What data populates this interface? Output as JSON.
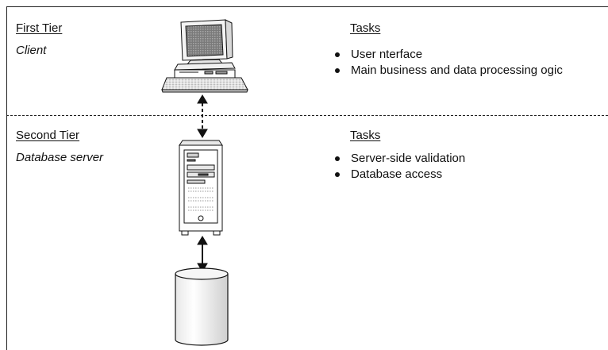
{
  "tiers": [
    {
      "title": "First Tier",
      "subtitle": "Client",
      "tasks_title": "Tasks",
      "tasks": [
        "User  nterface",
        "Main business and data processing  ogic"
      ]
    },
    {
      "title": "Second Tier",
      "subtitle": "Database server",
      "tasks_title": "Tasks",
      "tasks": [
        "Server-side validation",
        "Database access"
      ]
    }
  ],
  "icons": {
    "client": "desktop-computer-icon",
    "server": "server-tower-icon",
    "database": "database-cylinder-icon"
  }
}
